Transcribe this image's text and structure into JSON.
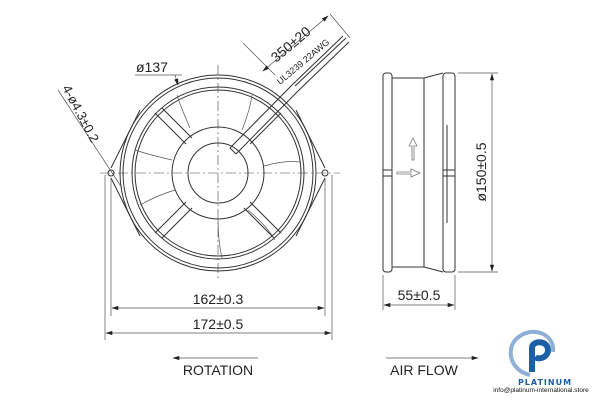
{
  "dimensions": {
    "hole": "4-ø4.3±0.2",
    "blade_diameter": "ø137",
    "lead_length": "350±20",
    "lead_spec": "UL3239  22AWG",
    "hole_spacing": "162±0.3",
    "overall_width": "172±0.5",
    "depth": "55±0.5",
    "diameter": "ø150±0.5"
  },
  "labels": {
    "rotation": "ROTATION",
    "air_flow": "AIR FLOW"
  },
  "logo": {
    "name": "PLATINUM",
    "email": "info@platinum-international.store",
    "color": "#1d5fa5"
  }
}
